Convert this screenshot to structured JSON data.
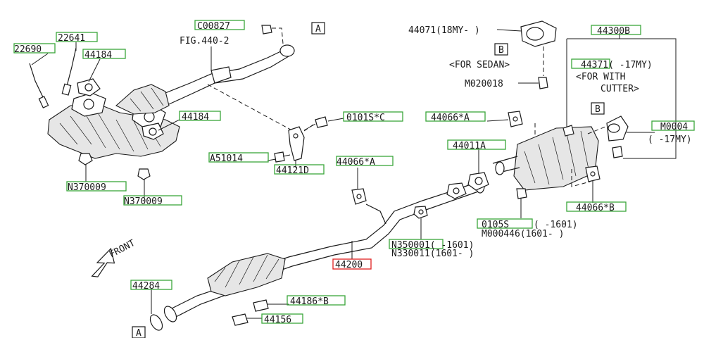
{
  "colors": {
    "highlight_box": "#3aa63a",
    "selected_box": "#e02020",
    "line": "#1a1a1a",
    "background": "#ffffff"
  },
  "callouts": {
    "c00827": "C00827",
    "p22641": "22641",
    "p22690": "22690",
    "p44184_top": "44184",
    "fig_ref": "FIG.440-2",
    "p44184_mid": "44184",
    "n370009_a": "N370009",
    "n370009_b": "N370009",
    "a51014": "A51014",
    "p44121d": "44121D",
    "p0101s_c": "0101S*C",
    "p44066_a_left": "44066*A",
    "p44066_a_right": "44066*A",
    "p44011a": "44011A",
    "p44071": "44071(18MY- )",
    "for_sedan": "<FOR SEDAN>",
    "m020018": "M020018",
    "p44300b": "44300B",
    "p44371": "44371( -17MY)",
    "for_with": "<FOR WITH",
    "cutter": "CUTTER>",
    "m0004": "M0004",
    "m0004_note": "( -17MY)",
    "p44066_b": "44066*B",
    "p0105s": "0105S",
    "p0105s_note": "( -1601)",
    "m000446": "M000446(1601- )",
    "n350001": "N350001( -1601)",
    "n330011": "N330011(1601- )",
    "p44200": "44200",
    "p44284": "44284",
    "p44186_b": "44186*B",
    "p44156": "44156",
    "front": "FRONT",
    "ref_a_top": "A",
    "ref_a_bottom": "A",
    "ref_b_sedan": "B",
    "ref_b_cutter": "B"
  }
}
